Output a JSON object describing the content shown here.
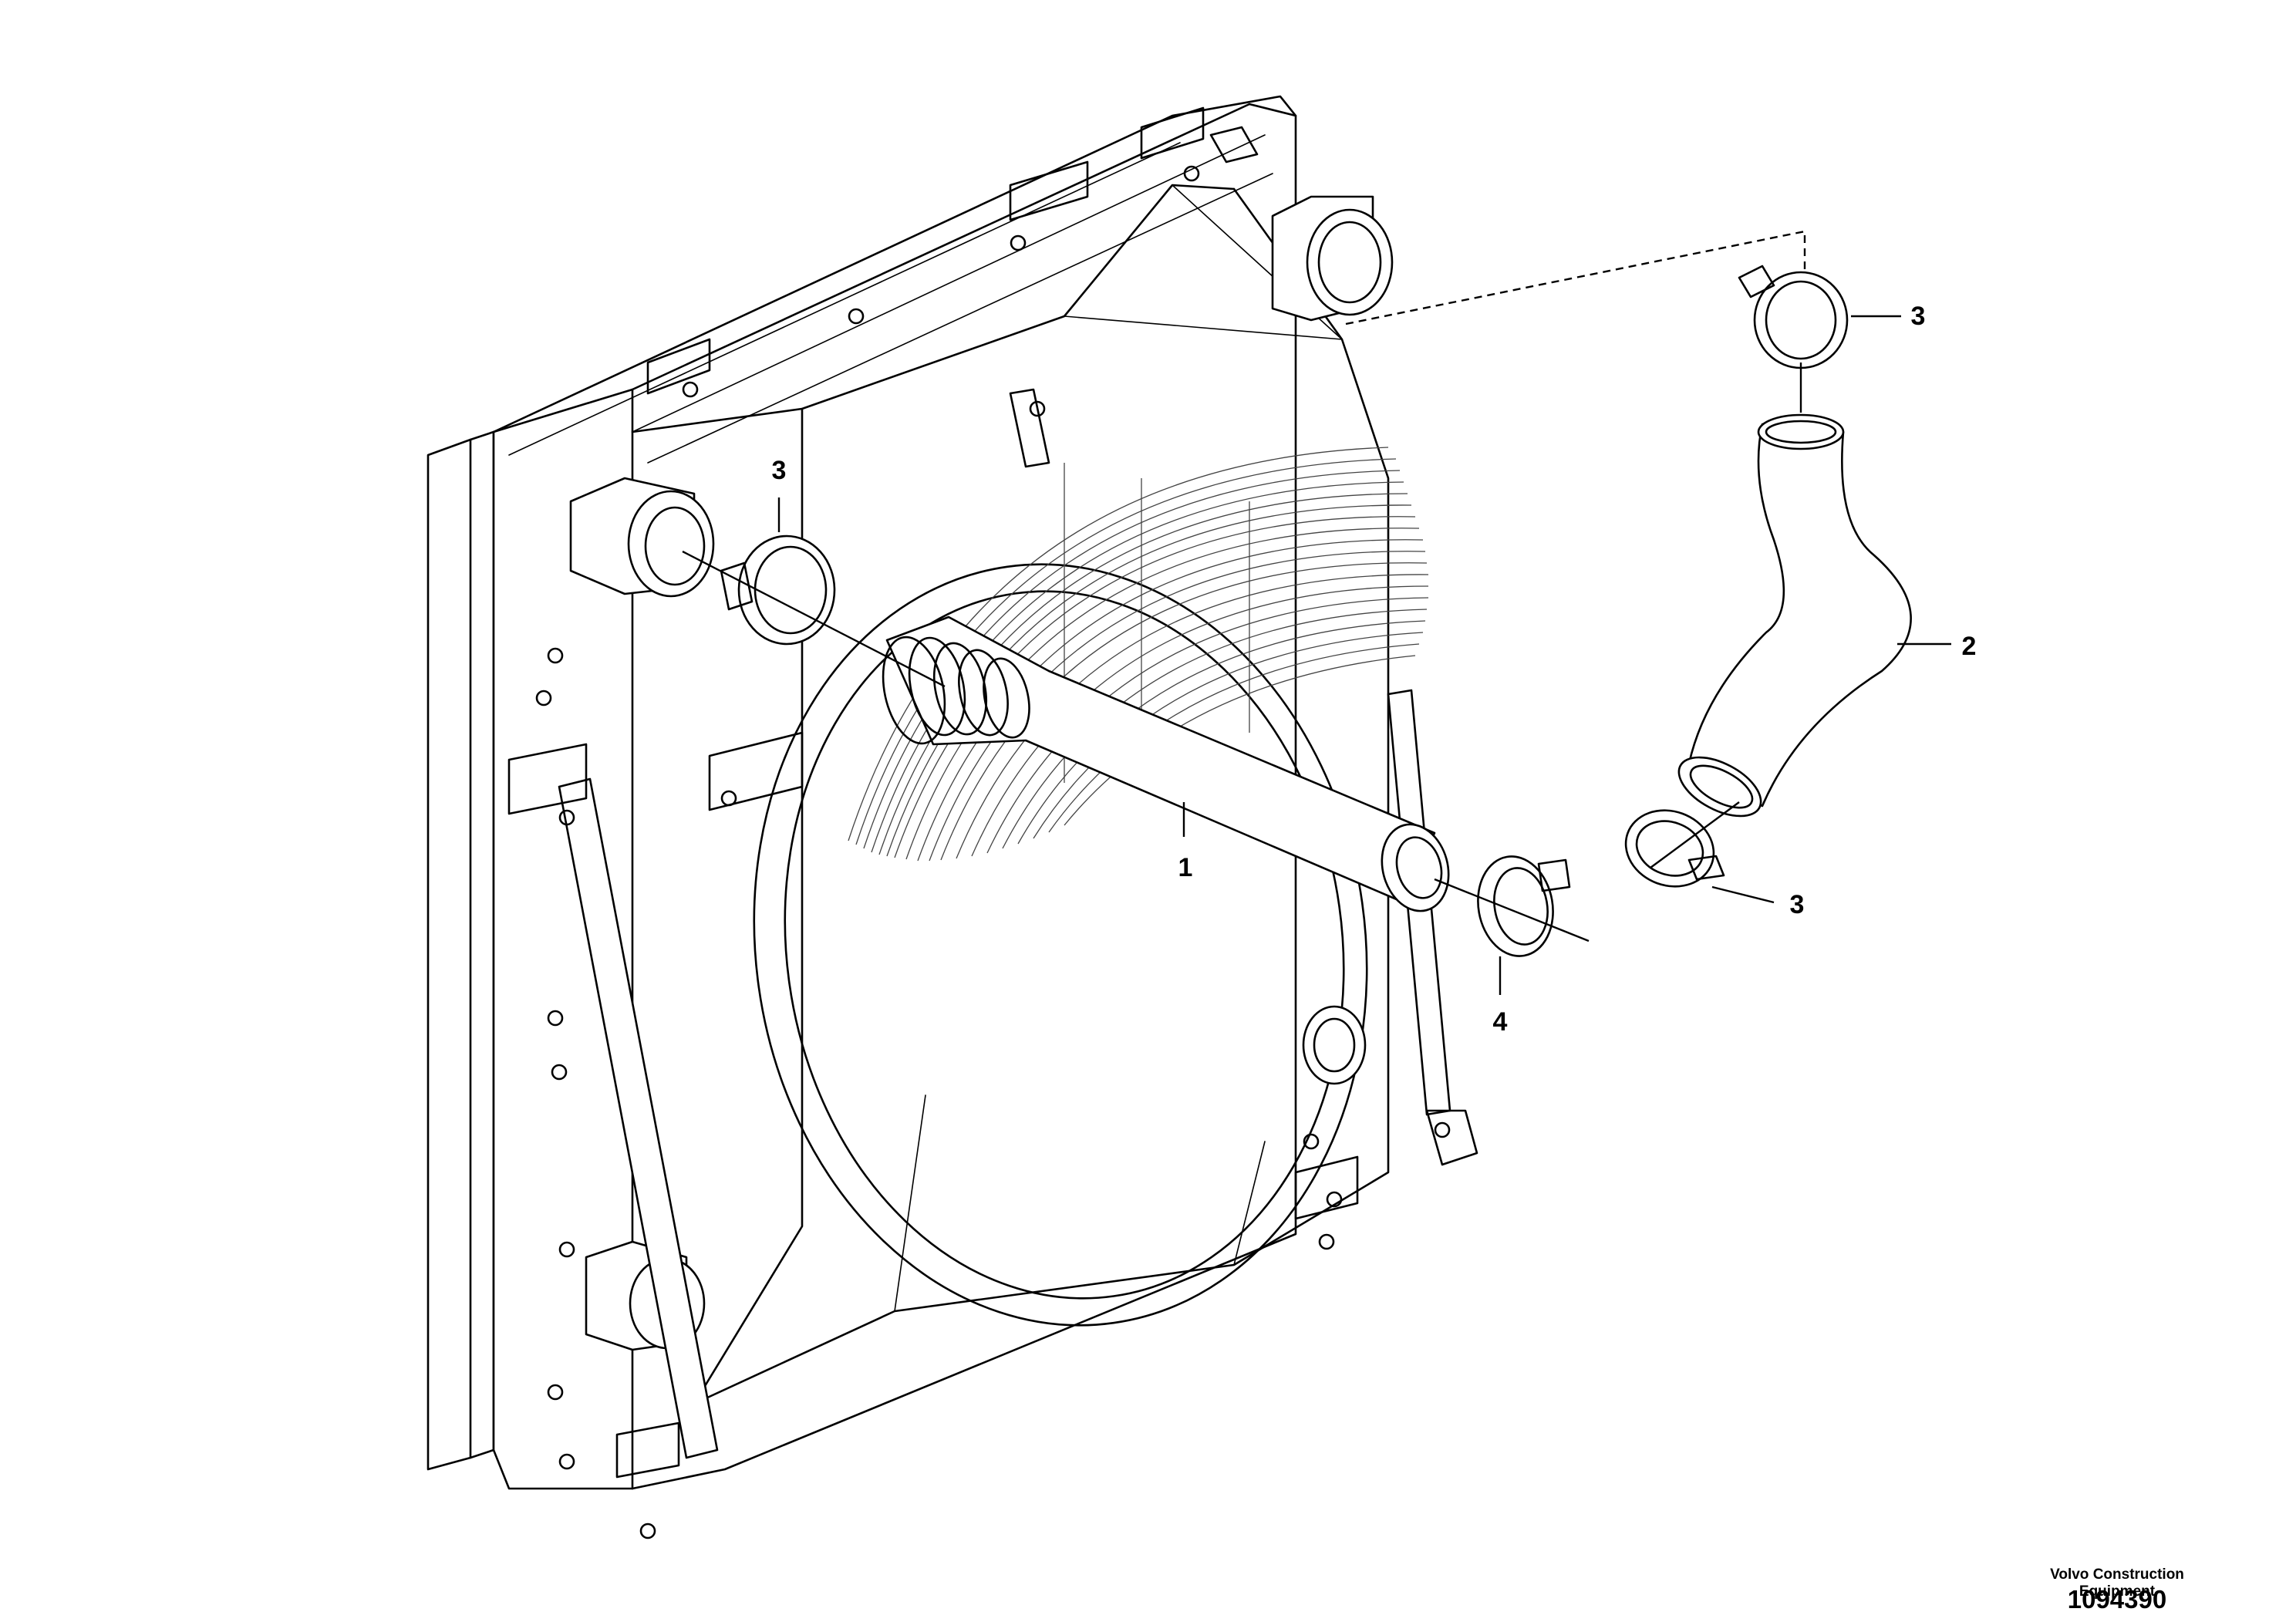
{
  "callouts": [
    {
      "id": "1",
      "label": "1"
    },
    {
      "id": "2",
      "label": "2"
    },
    {
      "id": "3a",
      "label": "3"
    },
    {
      "id": "3b",
      "label": "3"
    },
    {
      "id": "3c",
      "label": "3"
    },
    {
      "id": "4",
      "label": "4"
    }
  ],
  "footer": {
    "maker_line1": "Volvo Construction",
    "maker_line2": "Equipment",
    "part_number": "1094390"
  }
}
